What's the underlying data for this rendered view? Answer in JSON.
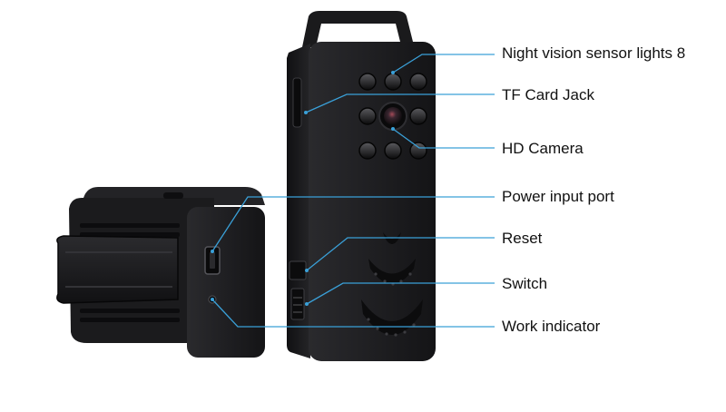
{
  "callouts": [
    {
      "label": "Night vision sensor lights 8"
    },
    {
      "label": "TF Card Jack"
    },
    {
      "label": "HD Camera"
    },
    {
      "label": "Power input port"
    },
    {
      "label": "Reset"
    },
    {
      "label": "Switch"
    },
    {
      "label": "Work indicator"
    }
  ],
  "colors": {
    "leader_line": "#3aa0d8",
    "device_body": "#1c1c1e",
    "background": "#ffffff",
    "label_text": "#111111"
  }
}
